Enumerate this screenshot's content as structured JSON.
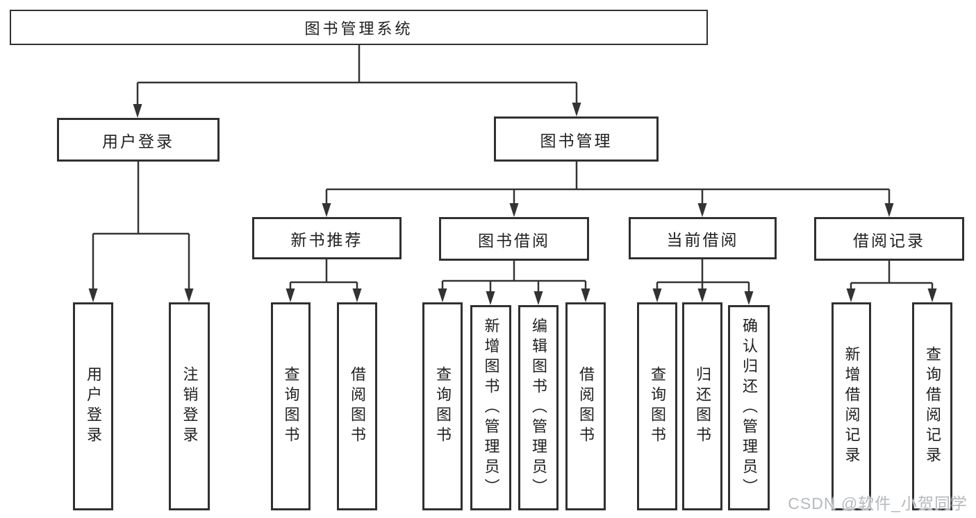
{
  "colors": {
    "line": "#333333",
    "box_border": "#303030",
    "text": "#1f1f1f",
    "watermark": "#b5b9be",
    "background": "#ffffff"
  },
  "watermark": {
    "text": "CSDN @软件_小贺同学"
  },
  "tree": {
    "label": "图书管理系统",
    "children": [
      {
        "label": "用户登录",
        "children": [
          {
            "label": "用户登录"
          },
          {
            "label": "注销登录"
          }
        ]
      },
      {
        "label": "图书管理",
        "children": [
          {
            "label": "新书推荐",
            "children": [
              {
                "label": "查询图书"
              },
              {
                "label": "借阅图书"
              }
            ]
          },
          {
            "label": "图书借阅",
            "children": [
              {
                "label": "查询图书"
              },
              {
                "label": "新增图书（管理员）"
              },
              {
                "label": "编辑图书（管理员）"
              },
              {
                "label": "借阅图书"
              }
            ]
          },
          {
            "label": "当前借阅",
            "children": [
              {
                "label": "查询图书"
              },
              {
                "label": "归还图书"
              },
              {
                "label": "确认归还（管理员）"
              }
            ]
          },
          {
            "label": "借阅记录",
            "children": [
              {
                "label": "新增借阅记录"
              },
              {
                "label": "查询借阅记录"
              }
            ]
          }
        ]
      }
    ]
  }
}
